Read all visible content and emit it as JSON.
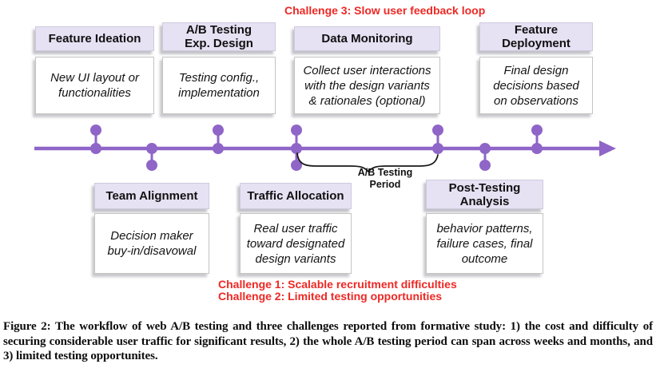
{
  "figure": {
    "challenge_top": "Challenge 3: Slow user feedback loop",
    "challenge_bottom_1": "Challenge 1: Scalable recruitment difficulties",
    "challenge_bottom_2": "Challenge 2: Limited testing opportunities",
    "period_label": "A/B Testing\nPeriod",
    "stages_top": [
      {
        "title": "Feature Ideation",
        "desc": "New UI layout or\nfunctionalities"
      },
      {
        "title": "A/B Testing\nExp. Design",
        "desc": "Testing config.,\nimplementation"
      },
      {
        "title": "Data Monitoring",
        "desc": "Collect user interactions\nwith the design variants\n& rationales (optional)"
      },
      {
        "title": "Feature\nDeployment",
        "desc": "Final design\ndecisions based\non observations"
      }
    ],
    "stages_bottom": [
      {
        "title": "Team Alignment",
        "desc": "Decision maker\nbuy-in/disavowal"
      },
      {
        "title": "Traffic Allocation",
        "desc": "Real user traffic\ntoward designated\ndesign variants"
      },
      {
        "title": "Post-Testing\nAnalysis",
        "desc": "behavior patterns,\nfailure cases, final\noutcome"
      }
    ],
    "caption": "Figure 2: The workflow of web A/B testing and three challenges reported from formative study: 1) the cost and difficulty of securing considerable user traffic for significant results, 2) the whole A/B testing period can span across weeks and months, and 3) limited testing opportunites."
  },
  "colors": {
    "timeline_purple": "#8f65c8",
    "stage_title_background": "#e6e1f3",
    "challenge_red": "#ee2824",
    "brace_black": "#1a1a1a"
  }
}
